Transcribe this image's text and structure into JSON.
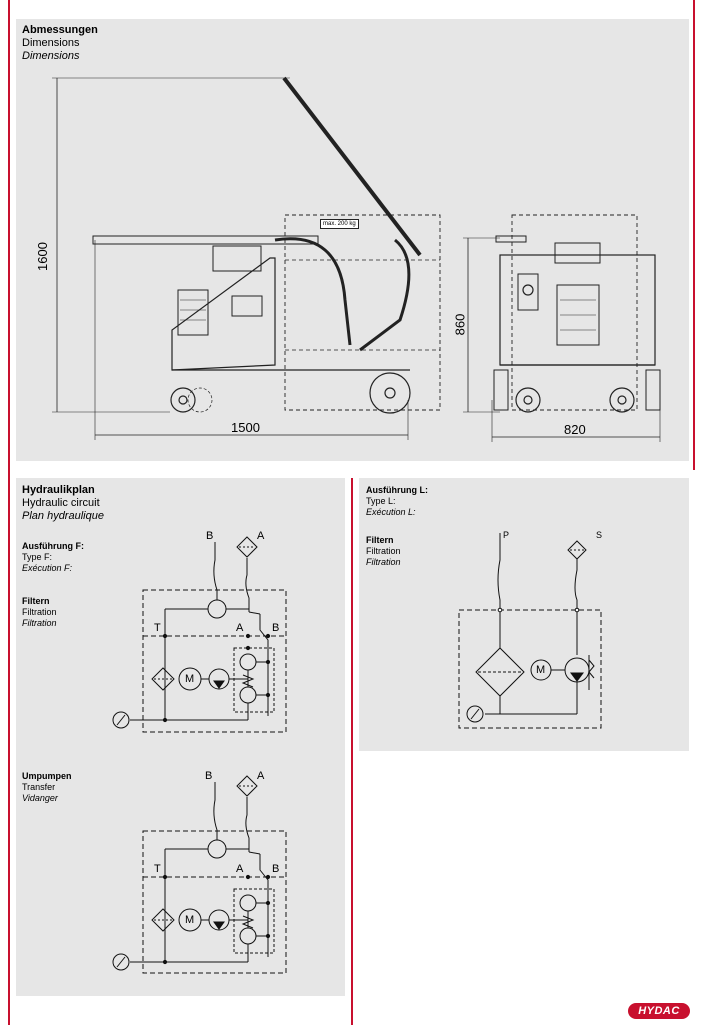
{
  "dimensions": {
    "title_de": "Abmessungen",
    "title_en": "Dimensions",
    "title_fr": "Dimensions",
    "dim_height": "1600",
    "dim_length": "1500",
    "dim_width": "820",
    "dim_side_height": "860",
    "drum_label": "max. 200 kg"
  },
  "hydraulic": {
    "title_de": "Hydraulikplan",
    "title_en": "Hydraulic circuit",
    "title_fr": "Plan hydraulique",
    "type_f": {
      "de": "Ausführung F:",
      "en": "Type F:",
      "fr": "Exécution F:"
    },
    "filter": {
      "de": "Filtern",
      "en": "Filtration",
      "fr": "Filtration"
    },
    "transfer": {
      "de": "Umpumpen",
      "en": "Transfer",
      "fr": "Vidanger"
    },
    "type_l": {
      "de": "Ausführung L:",
      "en": "Type L:",
      "fr": "Exécution L:"
    },
    "filter_l": {
      "de": "Filtern",
      "en": "Filtration",
      "fr": "Filtration"
    },
    "port_b": "B",
    "port_a": "A",
    "port_t": "T",
    "port_p": "P",
    "port_s": "S",
    "motor": "M"
  },
  "brand": {
    "logo_text": "HYDAC",
    "color": "#c8102e"
  }
}
